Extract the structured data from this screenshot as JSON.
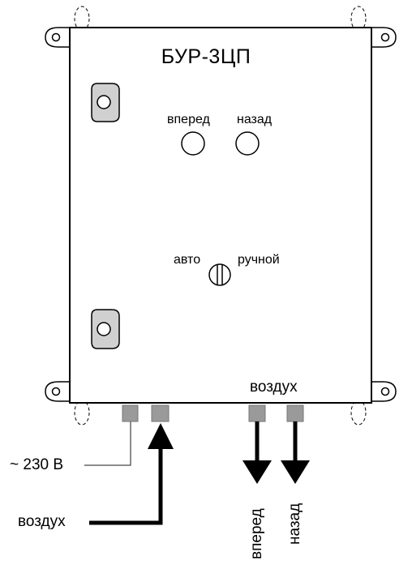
{
  "device": {
    "title": "БУР-3ЦП"
  },
  "buttons": {
    "forward_label": "вперед",
    "back_label": "назад"
  },
  "mode_switch": {
    "auto_label": "авто",
    "manual_label": "ручной"
  },
  "outputs": {
    "header_label": "воздух",
    "forward_label": "вперед",
    "back_label": "назад"
  },
  "inputs": {
    "power_label": "~ 230 В",
    "air_label": "воздух"
  },
  "colors": {
    "outline": "#000000",
    "connector": "#9a9a9a",
    "lock": "#d0d0d0",
    "background": "#ffffff"
  }
}
